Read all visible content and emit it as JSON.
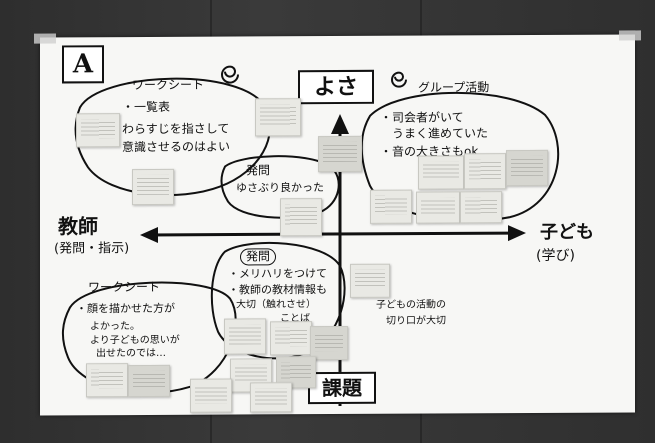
{
  "poster": {
    "section": "A",
    "quadrant_top": "よさ",
    "quadrant_bottom": "課題",
    "axis_left_main": "教師",
    "axis_left_sub": "(発問・指示)",
    "axis_right_main": "子ども",
    "axis_right_sub": "(学び)",
    "worksheet_top": {
      "title": "ワークシート",
      "line1": "・一覧表",
      "line2": "わらすじを指さして",
      "line3": "意識させるのはよい"
    },
    "group_activity": {
      "title": "グループ活動",
      "line1": "・司会者がいて",
      "line2": "うまく進めていた",
      "line3": "・音の大きさもok"
    },
    "question_good": {
      "title": "発問",
      "line1": "ゆさぶり良かった"
    },
    "question_issue": {
      "title": "発問",
      "line1": "・メリハリをつけて",
      "line2": "・教師の教材情報も",
      "line3": "大切（触れさせ）",
      "line4": "ことば"
    },
    "worksheet_bottom": {
      "title": "ワークシート",
      "line1": "・顔を描かせた方が",
      "line2": "よかった。",
      "line3": "より子どもの思いが",
      "line4": "出せたのでは…"
    },
    "children_activity": {
      "line1": "子どもの活動の",
      "line2": "切り口が大切"
    }
  }
}
